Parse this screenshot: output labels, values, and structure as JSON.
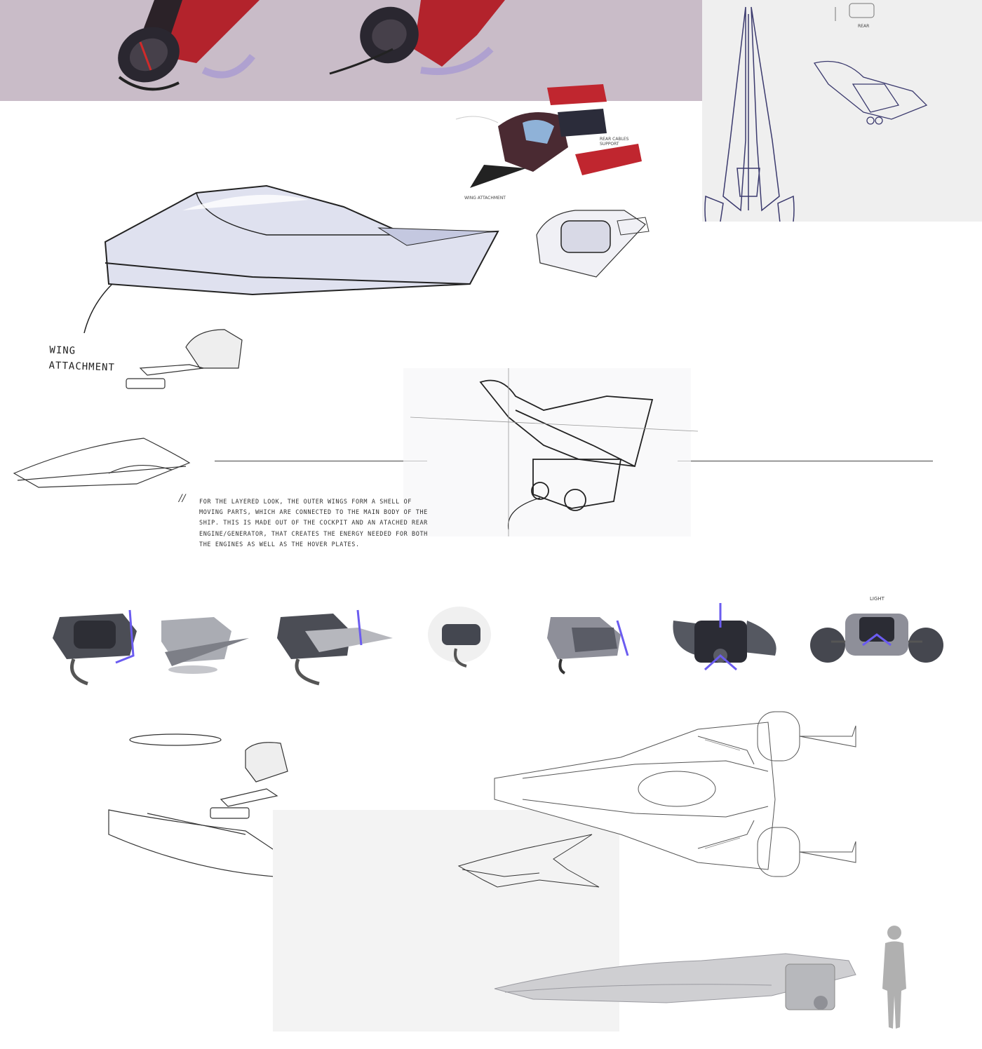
{
  "labels": {
    "wing_attachment": "WING\nATTACHMENT",
    "small_note_1": "wing attachment",
    "small_note_2": "rear cables support",
    "small_note_3": "light",
    "small_note_4": "rear"
  },
  "description": {
    "marker": "//",
    "text": "FOR THE LAYERED LOOK, THE OUTER WINGS FORM A SHELL OF MOVING PARTS, WHICH ARE CONNECTED TO THE MAIN BODY OF THE SHIP. THIS IS MADE OUT OF THE COCKPIT AND AN ATACHED REAR ENGINE/GENERATOR, THAT CREATES THE ENERGY NEEDED FOR BOTH THE ENGINES AS WELL AS THE HOVER PLATES."
  },
  "colors": {
    "panel_top": "#c9bcc8",
    "panel_side": "#efefef",
    "accent_red": "#c0262f",
    "accent_violet": "#6b5cf0",
    "sketch_line": "#2f2f45",
    "grey_dark": "#555861",
    "grey_mid": "#8e8f99",
    "grey_light": "#c9c9cc"
  }
}
